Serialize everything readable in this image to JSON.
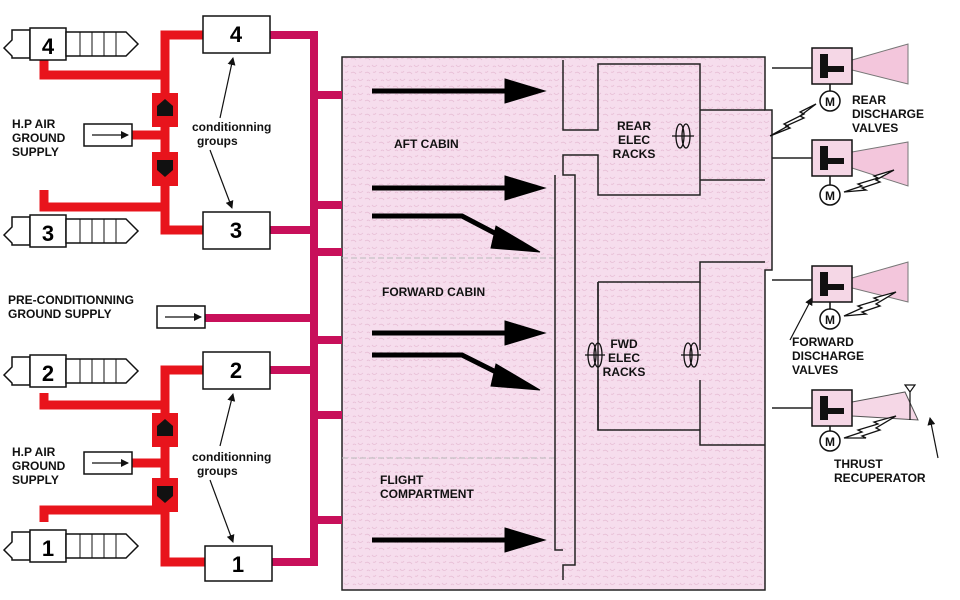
{
  "colors": {
    "duct": "#e8141c",
    "distribution": "#c8105a",
    "cabin_fill": "#f5dcec",
    "cone_fill": "#f3c6dc",
    "valve_fill": "#f5d7e6"
  },
  "engines": [
    {
      "number": "4"
    },
    {
      "number": "3"
    },
    {
      "number": "2"
    },
    {
      "number": "1"
    }
  ],
  "packs": [
    {
      "number": "4"
    },
    {
      "number": "3"
    },
    {
      "number": "2"
    },
    {
      "number": "1"
    }
  ],
  "labels": {
    "conditioning_groups": "conditionning\ngroups",
    "hp_air_supply": "H.P AIR\nGROUND\nSUPPLY",
    "preconditioning_supply": "PRE-CONDITIONNING\nGROUND SUPPLY",
    "aft_cabin": "AFT CABIN",
    "forward_cabin": "FORWARD CABIN",
    "flight_compartment": "FLIGHT\nCOMPARTMENT",
    "rear_elec_racks": "REAR\nELEC\nRACKS",
    "fwd_elec_racks": "FWD\nELEC\nRACKS",
    "rear_discharge_valves": "REAR\nDISCHARGE\nVALVES",
    "forward_discharge_valves": "FORWARD\nDISCHARGE\nVALVES",
    "thrust_recuperator": "THRUST\nRECUPERATOR",
    "motor_symbol": "M"
  },
  "icons": [
    "engine-icon",
    "check-valve-icon",
    "arrow-icon",
    "fan-icon",
    "motor-icon",
    "outflow-valve-icon",
    "lightning-icon"
  ]
}
